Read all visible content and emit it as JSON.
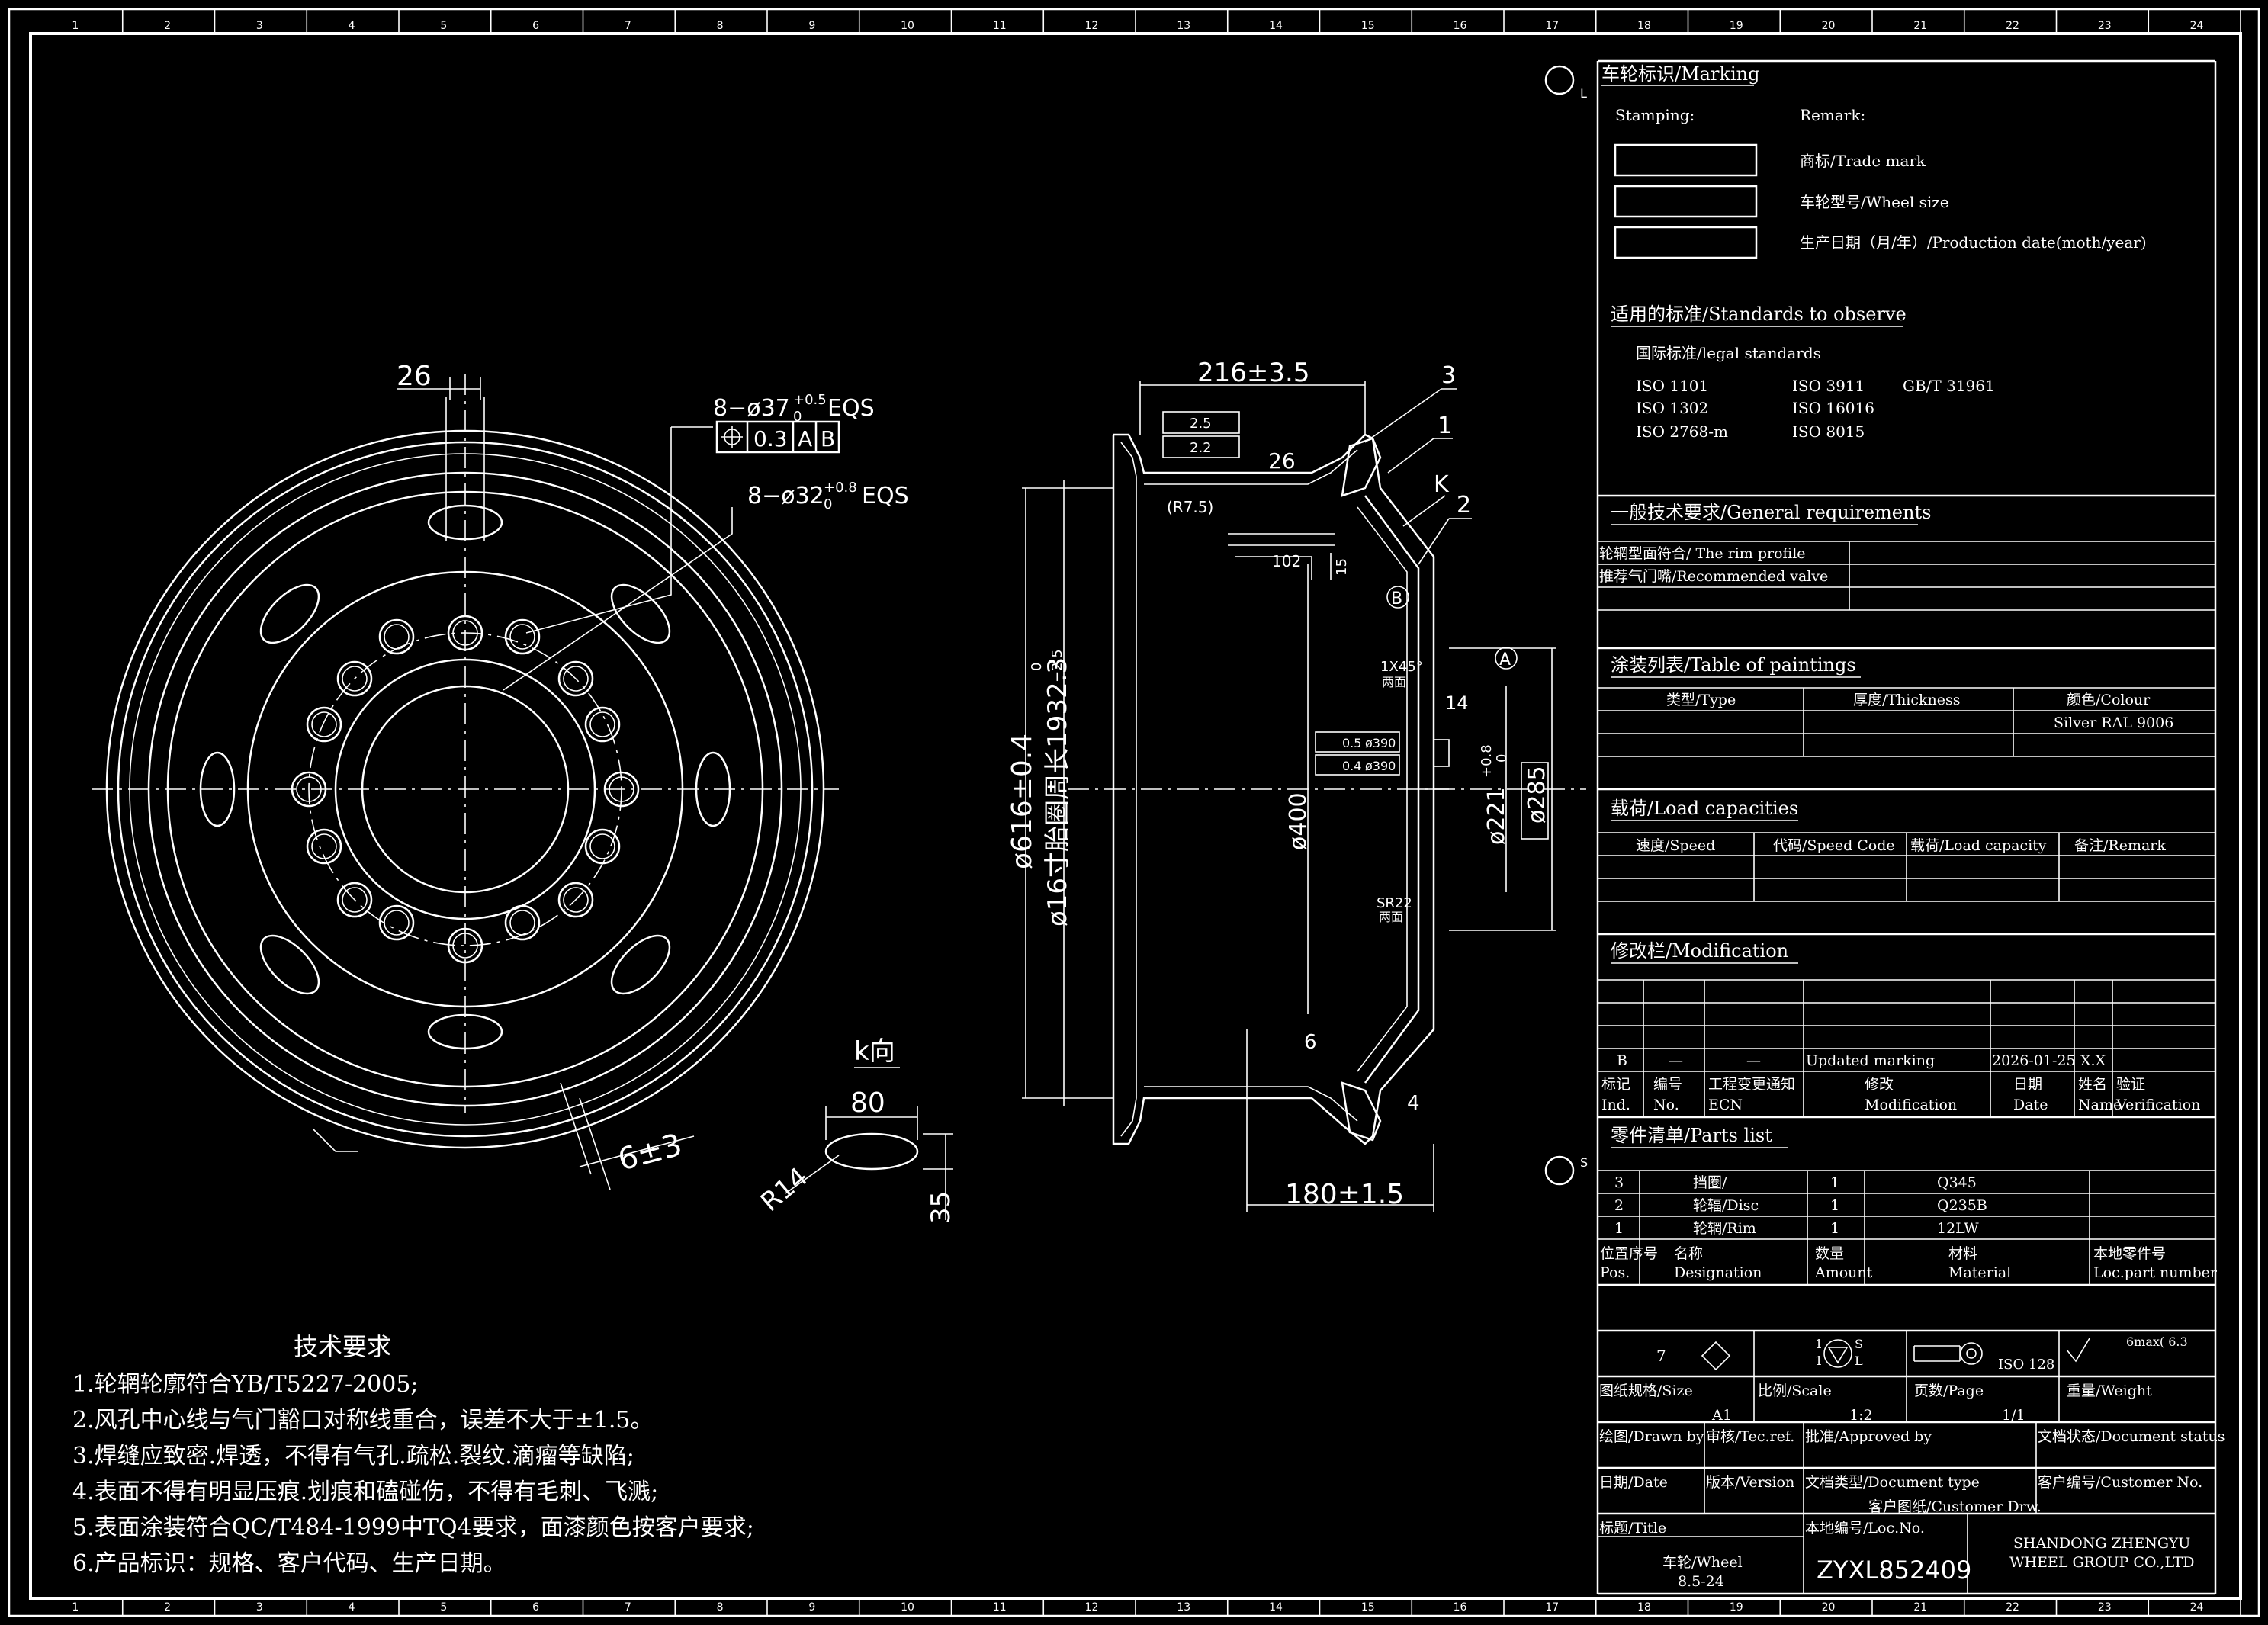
{
  "tech_requirements": {
    "title": "技术要求",
    "items": [
      "1.轮辋轮廓符合YB/T5227-2005;",
      "2.风孔中心线与气门豁口对称线重合，误差不大于±1.5。",
      "3.焊缝应致密.焊透，不得有气孔.疏松.裂纹.滴瘤等缺陷;",
      "4.表面不得有明显压痕.划痕和磕碰伤，不得有毛刺、飞溅;",
      "5.表面涂装符合QC/T484-1999中TQ4要求，面漆颜色按客户要求;",
      "6.产品标识：规格、客户代码、生产日期。"
    ]
  },
  "front_view": {
    "dim_26": "26",
    "hole_37": "8−ø37",
    "hole_37_tol": "+0.5",
    "hole_37_tol2": "0",
    "eqs": "EQS",
    "fcf_value": "0.3",
    "fcf_a": "A",
    "fcf_b": "B",
    "hole_32": "8−ø32",
    "hole_32_tol": "+0.8",
    "hole_32_tol2": "0",
    "dim_6": "6±3"
  },
  "k_view": {
    "title": "k向",
    "dim_80": "80",
    "r14": "R14",
    "dim_35": "35"
  },
  "section_view": {
    "dim_216": "216±3.5",
    "dim_26": "26",
    "r75": "(R7.5)",
    "dim_102": "102",
    "dim_15": "15",
    "dim_180": "180±1.5",
    "dim_616": "ø616±0.4",
    "dim_1932": "ø16寸胎圈周长1932.3",
    "dim_1932_tol": "0",
    "dim_1932_tol2": "−2.5",
    "dim_400": "ø400",
    "dim_221": "ø221",
    "dim_221_tol": "+0.8",
    "dim_221_tol2": "0",
    "dim_285": "ø285",
    "dim_14": "14",
    "c1": "1X45°",
    "c1b": "两面",
    "sr": "SR22",
    "srb": "两面",
    "r6": "6",
    "r4": "4",
    "tol1": "2.5",
    "tol2": "2.2",
    "flat1": "0.5",
    "flat1b": "ø390",
    "flat2": "0.4",
    "flat2b": "ø390",
    "datum_a": "A",
    "datum_b": "B",
    "callout_1": "1",
    "callout_2": "2",
    "callout_3": "3",
    "callout_k": "K",
    "label_l": "L",
    "label_s": "S"
  },
  "marking": {
    "title": "车轮标识/Marking",
    "stamping": "Stamping:",
    "remark": "Remark:",
    "items": [
      "商标/Trade mark",
      "车轮型号/Wheel size",
      "生产日期（月/年）/Production date(moth/year)"
    ]
  },
  "standards": {
    "title": "适用的标准/Standards to observe",
    "sub": "国际标准/legal standards",
    "col1": [
      "ISO 1101",
      "ISO 1302",
      "ISO 2768-m"
    ],
    "col2": [
      "ISO 3911",
      "ISO 16016",
      "ISO 8015"
    ],
    "col3": [
      "GB/T 31961"
    ]
  },
  "general": {
    "title": "一般技术要求/General requirements",
    "rows": [
      "轮辋型面符合/ The rim profile",
      "推荐气门嘴/Recommended valve"
    ]
  },
  "paintings": {
    "title": "涂装列表/Table of paintings",
    "headers": [
      "类型/Type",
      "厚度/Thickness",
      "颜色/Colour"
    ],
    "row": [
      "",
      "",
      "Silver RAL 9006"
    ]
  },
  "loads": {
    "title": "载荷/Load capacities",
    "headers": [
      "速度/Speed",
      "代码/Speed Code",
      "载荷/Load capacity",
      "备注/Remark"
    ]
  },
  "modification": {
    "title": "修改栏/Modification",
    "row": [
      "B",
      "—",
      "—",
      "Updated marking",
      "2026-01-25",
      "X.X"
    ],
    "headers": [
      [
        "标记",
        "Ind."
      ],
      [
        "编号",
        "No."
      ],
      [
        "工程变更通知",
        "ECN"
      ],
      [
        "修改",
        "Modification"
      ],
      [
        "日期",
        "Date"
      ],
      [
        "姓名",
        "Name"
      ],
      [
        "验证",
        "Verification"
      ]
    ]
  },
  "parts": {
    "title": "零件清单/Parts list",
    "rows": [
      [
        "3",
        "挡圈/",
        "1",
        "Q345",
        ""
      ],
      [
        "2",
        "轮辐/Disc",
        "1",
        "Q235B",
        ""
      ],
      [
        "1",
        "轮辋/Rim",
        "1",
        "12LW",
        ""
      ]
    ],
    "headers": [
      [
        "位置序号",
        "Pos."
      ],
      [
        "名称",
        "Designation"
      ],
      [
        "数量",
        "Amount"
      ],
      [
        "材料",
        "Material"
      ],
      [
        "本地零件号",
        "Loc.part number"
      ]
    ]
  },
  "title_block": {
    "sym_7": "7",
    "sym_1a": "1",
    "sym_1b": "1",
    "sym_s": "S",
    "sym_l": "L",
    "iso128": "ISO 128",
    "rough": "6max( 6.3",
    "size_label": "图纸规格/Size",
    "size_value": "A1",
    "scale_label": "比例/Scale",
    "scale_value": "1:2",
    "page_label": "页数/Page",
    "page_value": "1/1",
    "weight_label": "重量/Weight",
    "drawn_by": "绘图/Drawn by",
    "tec_ref": "审核/Tec.ref.",
    "approved_by": "批准/Approved by",
    "doc_status": "文档状态/Document status",
    "date": "日期/Date",
    "version": "版本/Version",
    "doc_type": "文档类型/Document type",
    "doc_type_value": "客户图纸/Customer Drw.",
    "customer_no": "客户编号/Customer No.",
    "title_label": "标题/Title",
    "title_value": "车轮/Wheel",
    "title_value2": "8.5-24",
    "loc_no": "本地编号/Loc.No.",
    "loc_value": "ZYXL852409",
    "company": "SHANDONG ZHENGYU",
    "company2": "WHEEL GROUP CO.,LTD"
  },
  "border": {
    "col_nums": [
      "1",
      "2",
      "3",
      "4",
      "5",
      "6",
      "7",
      "8",
      "9",
      "10",
      "11",
      "12",
      "13",
      "14",
      "15",
      "16",
      "17",
      "18",
      "19",
      "20",
      "21",
      "22",
      "23",
      "24"
    ]
  }
}
